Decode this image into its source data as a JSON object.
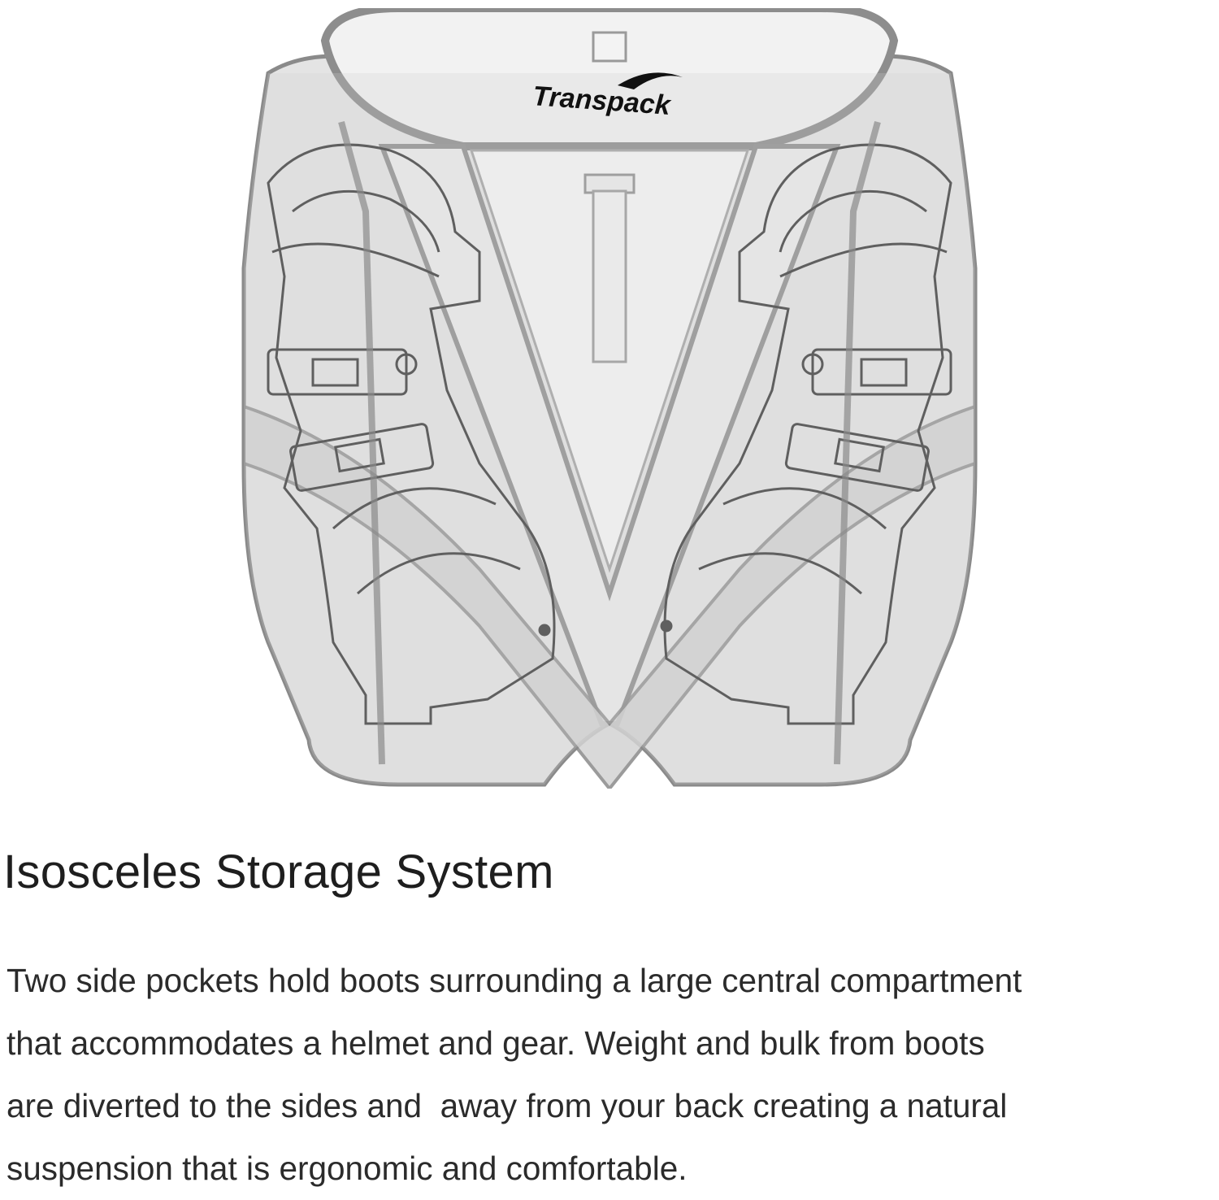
{
  "illustration": {
    "brand_logo_text": "Transpack",
    "description_icon": "boot-bag-diagram-icon",
    "colors": {
      "outline": "#7a7a7a",
      "fill": "#d9d9d9",
      "fill_light": "#ececec",
      "logo": "#111111"
    }
  },
  "heading": "Isosceles Storage System",
  "body": {
    "lines": [
      "Two side pockets hold boots surrounding a large central compartment",
      "that accommodates a helmet and gear. Weight and bulk from boots",
      "are diverted to the sides and  away from your back creating a natural",
      "suspension that is ergonomic and comfortable."
    ]
  }
}
